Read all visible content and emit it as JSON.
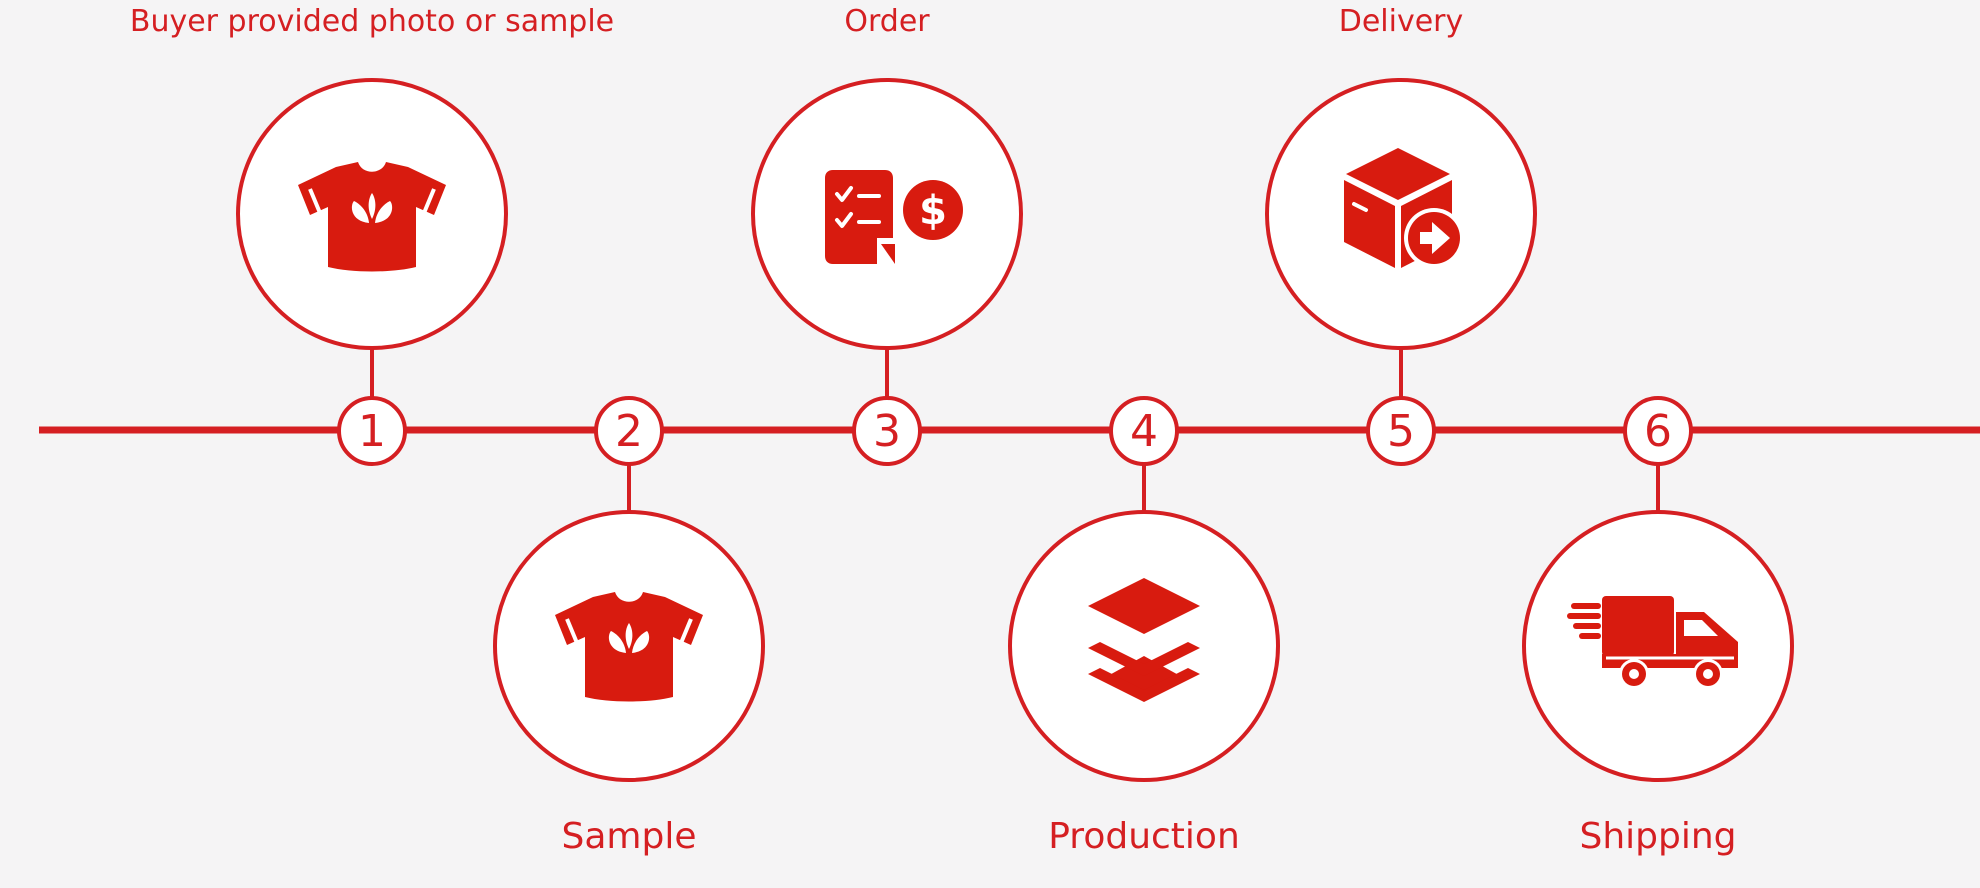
{
  "colors": {
    "accent": "#d51f22",
    "icon_fill": "#d81b0f",
    "background": "#f5f4f5",
    "circle_fill": "#ffffff"
  },
  "steps": [
    {
      "number": "1",
      "label": "Buyer provided photo or sample",
      "icon": "tshirt-icon"
    },
    {
      "number": "2",
      "label": "Sample",
      "icon": "tshirt-icon"
    },
    {
      "number": "3",
      "label": "Order",
      "icon": "order-checklist-dollar-icon"
    },
    {
      "number": "4",
      "label": "Production",
      "icon": "layers-stack-icon"
    },
    {
      "number": "5",
      "label": "Delivery",
      "icon": "package-arrow-icon"
    },
    {
      "number": "6",
      "label": "Shipping",
      "icon": "delivery-truck-icon"
    }
  ]
}
